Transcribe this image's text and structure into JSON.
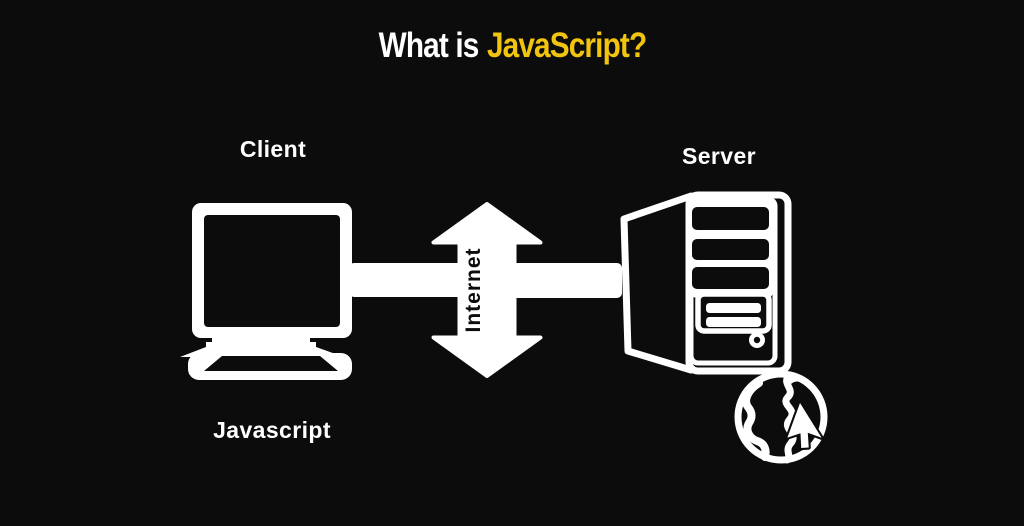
{
  "title": {
    "prefix": "What is",
    "highlight": "JavaScript?"
  },
  "diagram": {
    "client": {
      "label": "Client",
      "caption": "Javascript",
      "icon": "desktop-monitor-icon"
    },
    "connection": {
      "label": "Internet",
      "icon": "double-headed-arrow-icon"
    },
    "server": {
      "label": "Server",
      "icon": "server-tower-icon"
    },
    "web": {
      "icon": "globe-cursor-icon"
    }
  },
  "colors": {
    "background": "#0C0C0C",
    "foreground": "#FFFFFF",
    "accent_yellow": "#F1C40F",
    "arrow_text": "#0C0C0C"
  }
}
